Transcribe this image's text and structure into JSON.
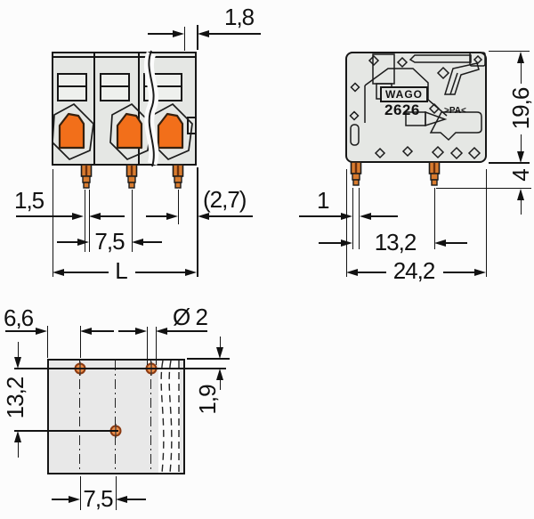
{
  "drawing": {
    "brand": "WAGO",
    "series_marking": "2626",
    "material_marking": ">PA<",
    "front_view": {
      "dim_end_wall": "1,8",
      "dim_pin_width": "1,5",
      "dim_pin_pitch": "7,5",
      "dim_total_length": "L",
      "dim_end_section": "(2,7)"
    },
    "side_view": {
      "dim_height": "19,6",
      "dim_pin_length": "4",
      "dim_pin_width": "1",
      "dim_pin_spacing": "13,2",
      "dim_depth": "24,2"
    },
    "footprint_view": {
      "dim_edge_to_hole": "6,6",
      "dim_hole_diameter": "Ø 2",
      "dim_row_spacing": "13,2",
      "dim_edge_to_row": "1,9",
      "dim_hole_pitch": "7,5"
    }
  }
}
